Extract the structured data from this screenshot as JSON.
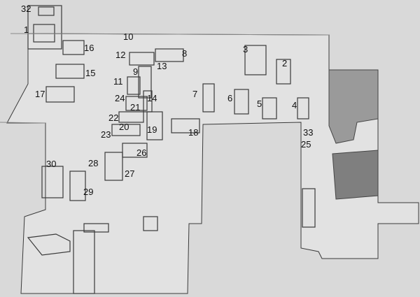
{
  "plan": {
    "labels": [
      "32",
      "1",
      "10",
      "16",
      "12",
      "8",
      "3",
      "2",
      "13",
      "9",
      "15",
      "11",
      "17",
      "24",
      "14",
      "7",
      "6",
      "5",
      "4",
      "21",
      "22",
      "20",
      "19",
      "18",
      "33",
      "23",
      "25",
      "26",
      "28",
      "27",
      "30",
      "29"
    ],
    "colors": {
      "background": "#d9d9d9",
      "paper": "#e4e4e4",
      "ink": "#3a3a3a",
      "hatch": "#555555"
    }
  }
}
